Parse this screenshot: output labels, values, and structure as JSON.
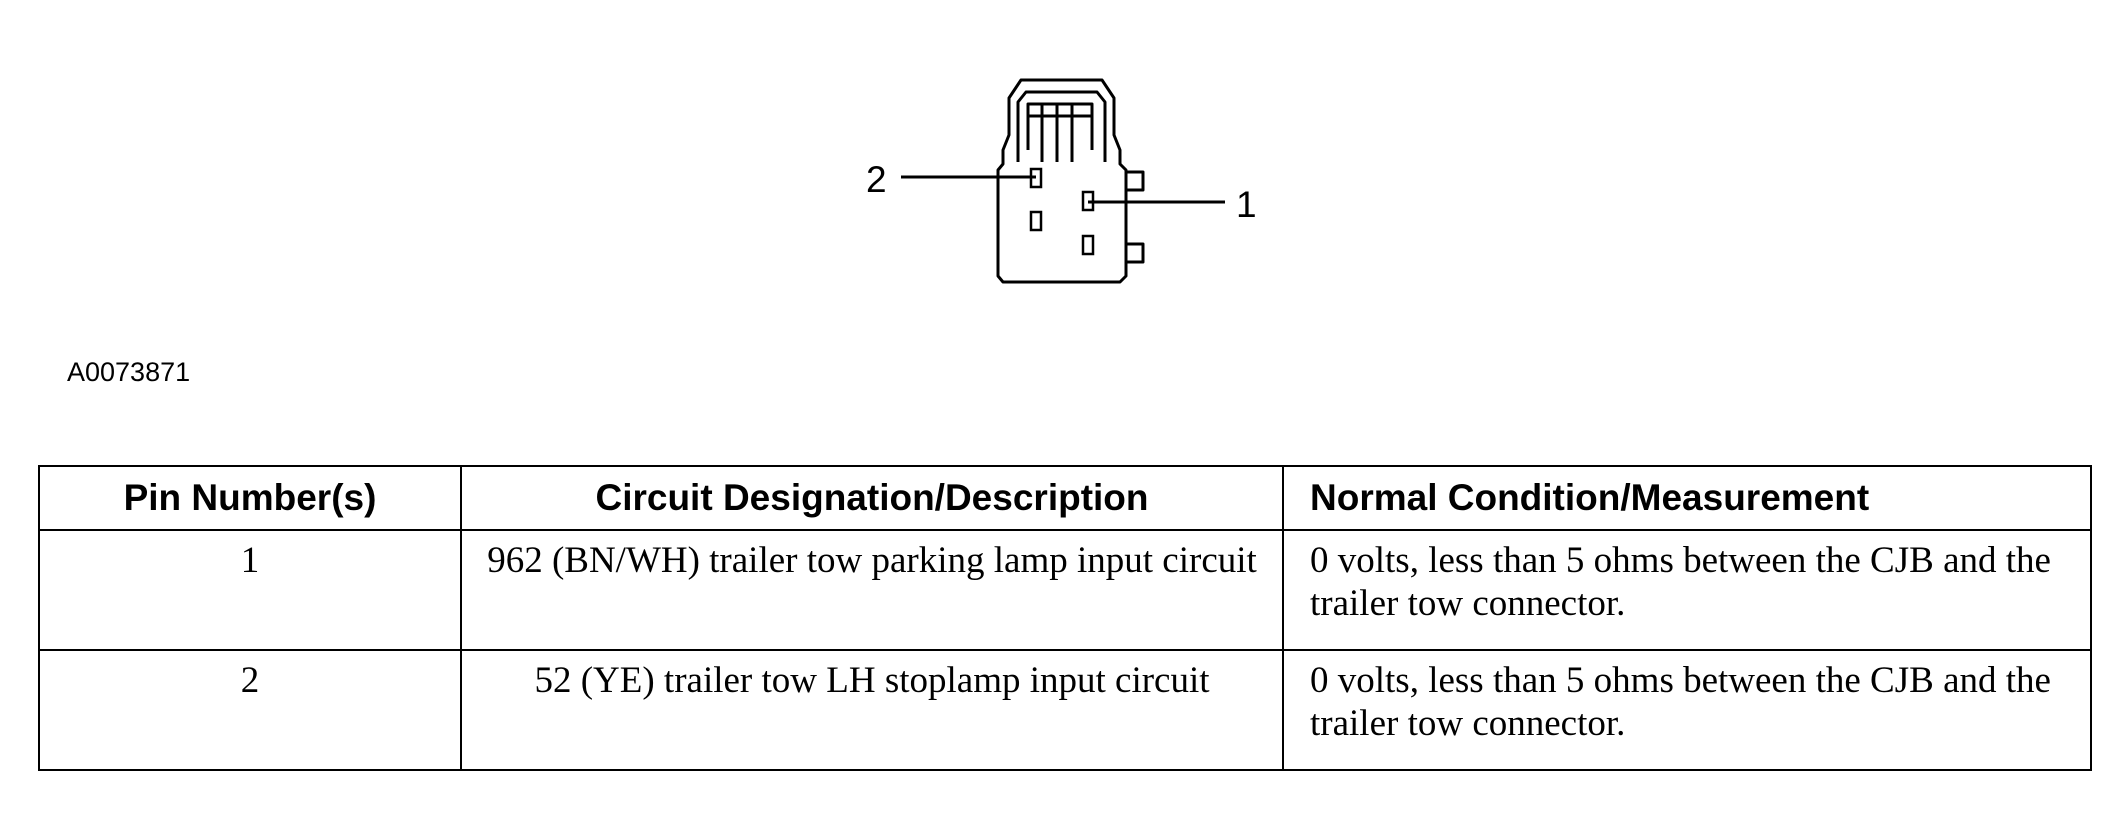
{
  "figure": {
    "id_label": "A0073871",
    "callouts": [
      "2",
      "1"
    ]
  },
  "table": {
    "headers": [
      "Pin Number(s)",
      "Circuit Designation/Description",
      "Normal Condition/Measurement"
    ],
    "rows": [
      {
        "pin": "1",
        "circuit": "962 (BN/WH) trailer tow parking lamp input circuit",
        "condition": "0 volts, less than 5 ohms between the CJB and the trailer tow connector."
      },
      {
        "pin": "2",
        "circuit": "52 (YE) trailer tow LH stoplamp input circuit",
        "condition": "0 volts, less than 5 ohms between the CJB and the trailer tow connector."
      }
    ]
  }
}
